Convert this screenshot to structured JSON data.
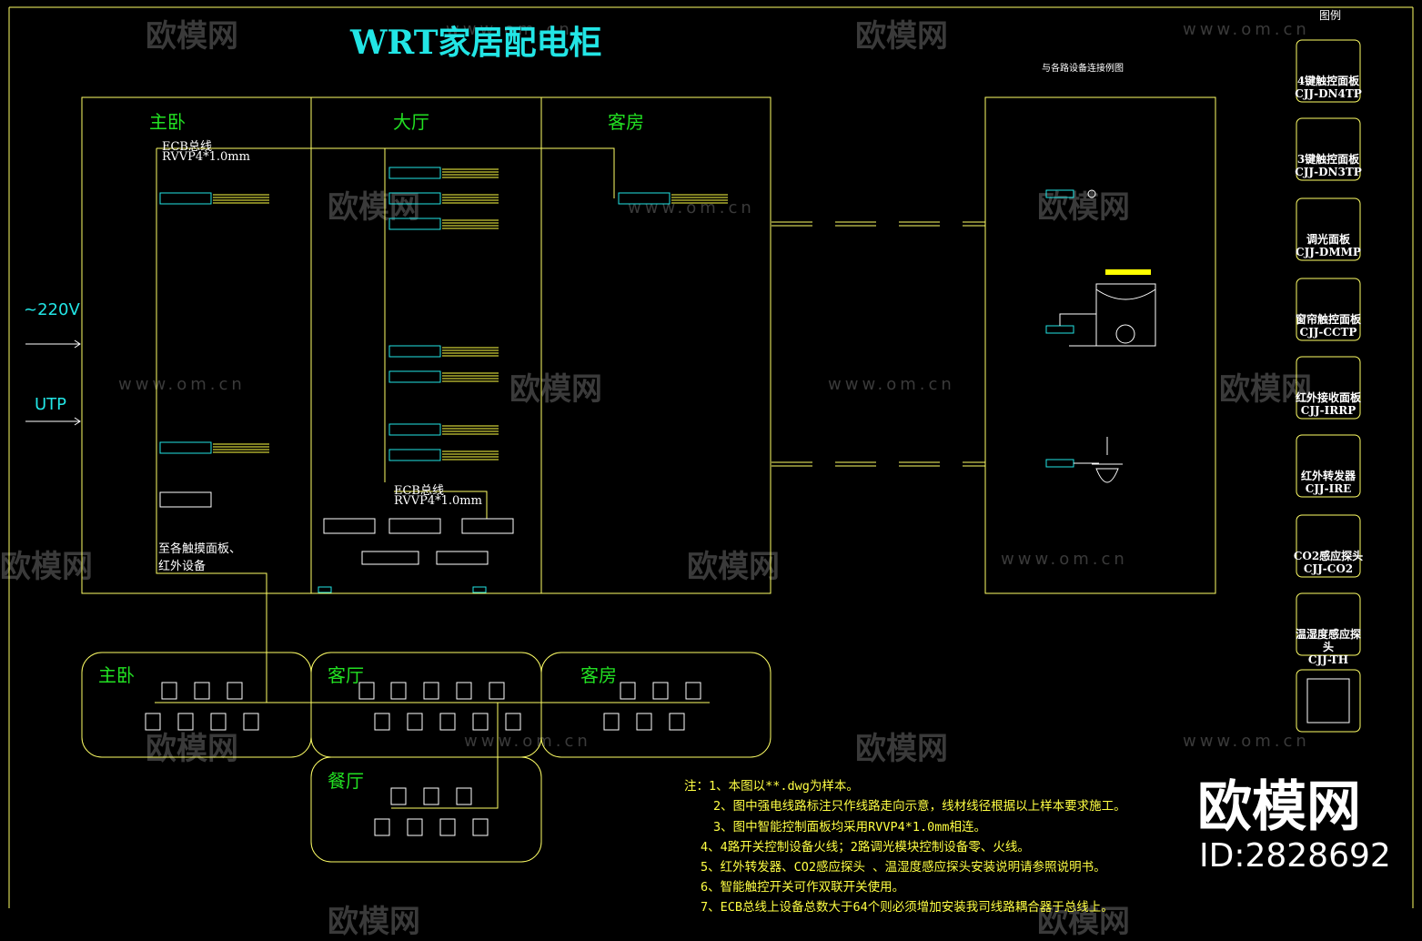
{
  "title": "WRT家居配电柜",
  "cabinet_rooms": [
    "主卧",
    "大厅",
    "客房"
  ],
  "ecb_bus_1": "ECB总线",
  "cable_1": "RVVP4*1.0mm",
  "ecb_bus_2": "ECB总线",
  "cable_2": "RVVP4*1.0mm",
  "to_panels_1": "至各触摸面板、",
  "to_panels_2": "红外设备",
  "input_power": "~220V",
  "input_utp": "UTP",
  "external_title": "与各路设备连接例图",
  "legend_title": "图例",
  "legend": [
    {
      "line1": "4键触控面板",
      "line2": "CJJ-DN4TP"
    },
    {
      "line1": "3键触控面板",
      "line2": "CJJ-DN3TP"
    },
    {
      "line1": "调光面板",
      "line2": "CJJ-DMMP"
    },
    {
      "line1": "窗帘触控面板",
      "line2": "CJJ-CCTP"
    },
    {
      "line1": "红外接收面板",
      "line2": "CJJ-IRRP"
    },
    {
      "line1": "红外转发器",
      "line2": "CJJ-IRE"
    },
    {
      "line1": "CO2感应探头",
      "line2": "CJJ-CO2"
    },
    {
      "line1": "温湿度感应探头",
      "line2": "CJJ-TH"
    },
    {
      "line1": "",
      "line2": ""
    }
  ],
  "zones": [
    "主卧",
    "客厅",
    "客房",
    "餐厅"
  ],
  "notes": [
    "注：1、本图以**.dwg为样本。",
    "2、图中强电线路标注只作线路走向示意，线材线径根据以上样本要求施工。",
    "3、图中智能控制面板均采用RVVP4*1.0mm相连。",
    "4、4路开关控制设备火线；2路调光模块控制设备零、火线。",
    "5、红外转发器、CO2感应探头 、温湿度感应探头安装说明请参照说明书。",
    "6、智能触控开关可作双联开关使用。",
    "7、ECB总线上设备总数大于64个则必须增加安装我司线路耦合器于总线上。"
  ],
  "brand": "欧模网",
  "id_text": "ID:2828692",
  "watermark_logo": "欧模网",
  "watermark_url": "www.om.cn"
}
